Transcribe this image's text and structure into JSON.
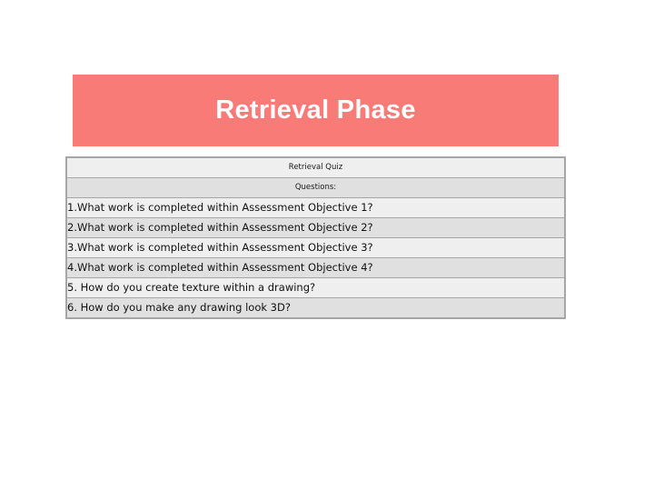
{
  "slide": {
    "background_color": "#ffffff",
    "title": {
      "text": "Retrieval Phase",
      "background_color": "#f97b77",
      "text_color": "#ffffff"
    },
    "table": {
      "border_color": "#a6a6a6",
      "row_light_color": "#efefef",
      "row_dark_color": "#e0e0e0",
      "header_rows": [
        {
          "text": "Retrieval Quiz"
        },
        {
          "text": "Questions:"
        }
      ],
      "question_rows": [
        {
          "text": "1.What work is completed within Assessment Objective 1?"
        },
        {
          "text": "2.What work is completed within Assessment Objective 2?"
        },
        {
          "text": "3.What work is completed within Assessment Objective 3?"
        },
        {
          "text": "4.What work is completed within Assessment Objective 4?"
        },
        {
          "text": "5. How do you create texture within a drawing?"
        },
        {
          "text": "6. How do you make any drawing look 3D?"
        }
      ]
    }
  }
}
